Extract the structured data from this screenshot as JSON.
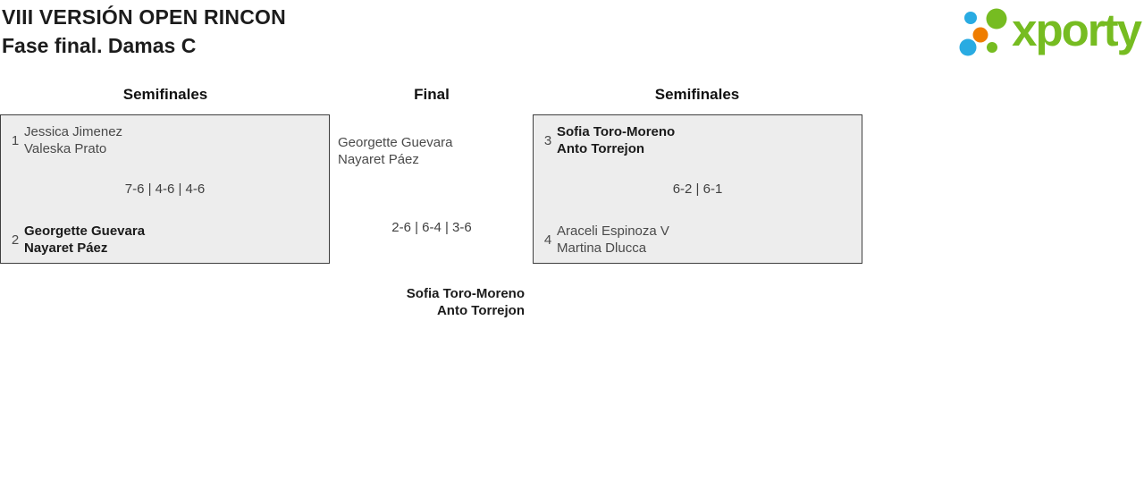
{
  "page": {
    "title": "VIII VERSIÓN OPEN RINCON",
    "subtitle": "Fase final. Damas C"
  },
  "logo": {
    "text": "xporty",
    "colors": {
      "green": "#76bc21",
      "blue": "#29abe2",
      "orange": "#ef7d00"
    }
  },
  "bracket": {
    "round_headers": [
      {
        "label": "Semifinales"
      },
      {
        "label": "Final"
      },
      {
        "label": "Semifinales"
      }
    ],
    "matches": [
      {
        "round": "Semifinales",
        "seed_top": "1",
        "team_top": {
          "player1": "Jessica Jimenez",
          "player2": "Valeska Prato",
          "winner": false
        },
        "score": "7-6 | 4-6 | 4-6",
        "seed_bottom": "2",
        "team_bottom": {
          "player1": "Georgette Guevara",
          "player2": "Nayaret Páez",
          "winner": true
        }
      },
      {
        "round": "Semifinales",
        "seed_top": "3",
        "team_top": {
          "player1": "Sofia Toro-Moreno",
          "player2": "Anto Torrejon",
          "winner": true
        },
        "score": "6-2 | 6-1",
        "seed_bottom": "4",
        "team_bottom": {
          "player1": "Araceli Espinoza V",
          "player2": "Martina Dlucca",
          "winner": false
        }
      },
      {
        "round": "Final",
        "team_top": {
          "player1": "Georgette Guevara",
          "player2": "Nayaret Páez",
          "winner": false
        },
        "score": "2-6 | 6-4 | 3-6",
        "team_bottom": {
          "player1": "Sofia Toro-Moreno",
          "player2": "Anto Torrejon",
          "winner": true
        }
      }
    ]
  }
}
